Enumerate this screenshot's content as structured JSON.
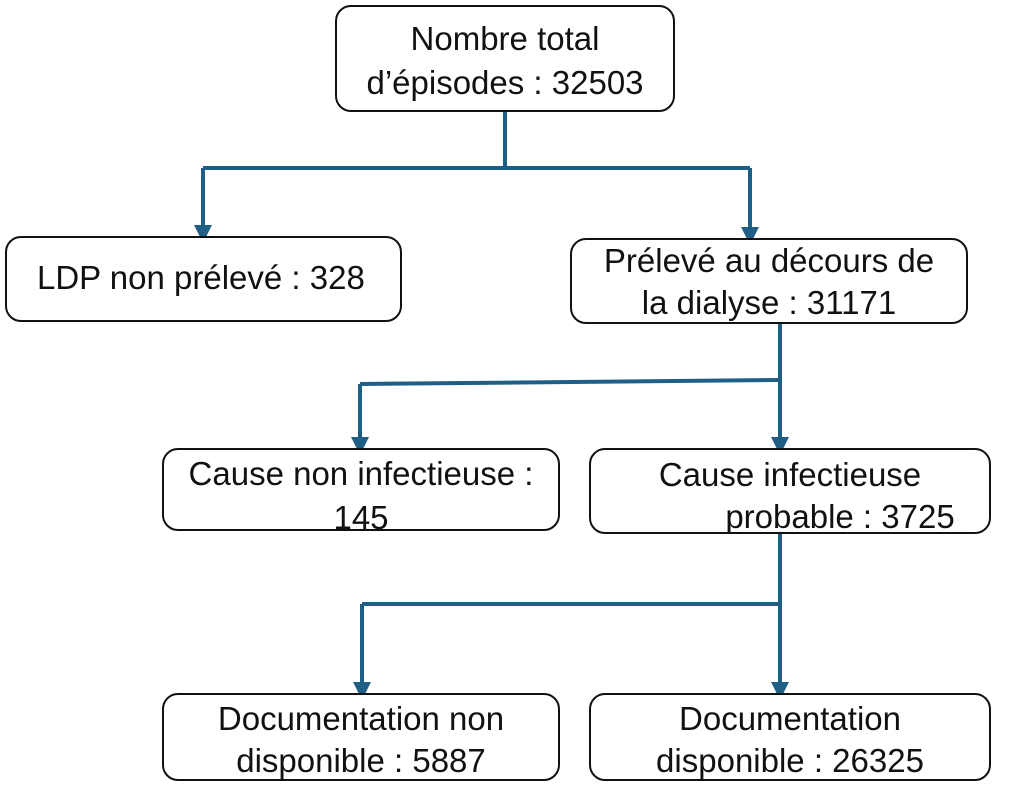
{
  "colors": {
    "connector": "#1f5f85",
    "node_border": "#111111",
    "text": "#111111",
    "background": "#ffffff"
  },
  "nodes": {
    "total": {
      "line1": "Nombre total",
      "line2": "d’épisodes : 32503"
    },
    "not_sampled": {
      "line1": "LDP non prélevé : 328"
    },
    "sampled": {
      "line1": "Prélevé au décours de",
      "line2": "la dialyse : 31171"
    },
    "non_infectious": {
      "line1": "Cause non infectieuse :",
      "line2": "145"
    },
    "infectious": {
      "line1": "Cause infectieuse",
      "line2": "probable : 3725"
    },
    "doc_unavailable": {
      "line1": "Documentation non",
      "line2": "disponible : 5887"
    },
    "doc_available": {
      "line1": "Documentation",
      "line2": "disponible : 26325"
    }
  }
}
